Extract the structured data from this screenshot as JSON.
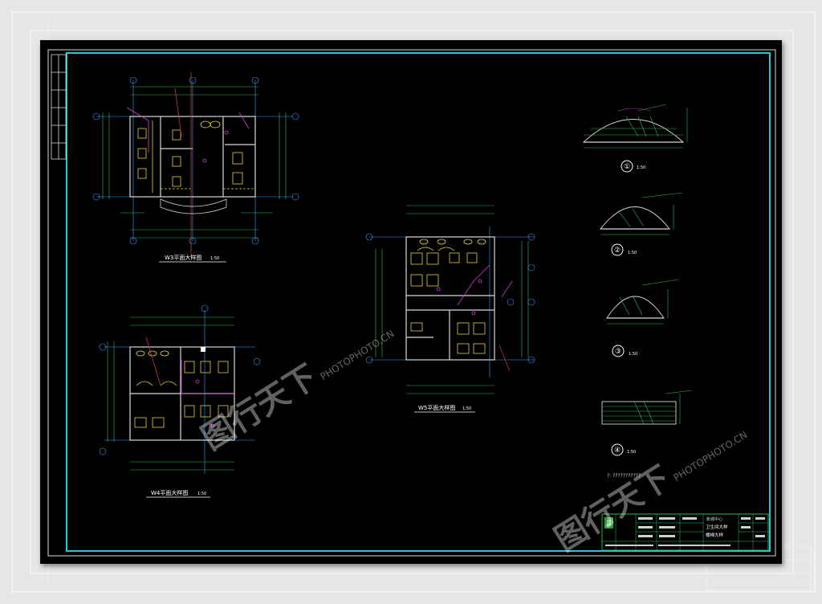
{
  "plans": {
    "p1": {
      "title": "W3平面大样图",
      "scale": "1:50"
    },
    "p2": {
      "title": "W4平面大样图",
      "scale": "1:50"
    },
    "p3": {
      "title": "W5平面大样图",
      "scale": "1:50"
    }
  },
  "details": [
    {
      "num": "①",
      "scale": "1:50"
    },
    {
      "num": "②",
      "scale": "1:50"
    },
    {
      "num": "③",
      "scale": "1:50"
    },
    {
      "num": "④",
      "scale": "1:50"
    }
  ],
  "notes": {
    "detail_note": "?: ???????????"
  },
  "title_block": {
    "sheet_title": "卫生间大样",
    "sheet_subtitle": "楼梯大样",
    "project": "新城中心"
  },
  "watermark": {
    "cn": "图行天下",
    "en": "PHOTOPHOTO.CN"
  },
  "colors": {
    "sheet": "#000000",
    "frame": "#2fc4d4",
    "line": "#d8d8d8",
    "fixture": "#e6d43a",
    "dim": "#2fc25a",
    "axis": "#3aa0ff",
    "pipe": "#d040d0",
    "wall": "#c23a3a"
  }
}
